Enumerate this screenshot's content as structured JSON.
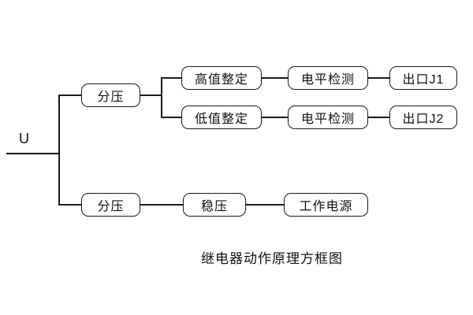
{
  "diagram": {
    "input_label": "U",
    "caption": "继电器动作原理方框图",
    "boxes": {
      "divider_top": "分压",
      "divider_bottom": "分压",
      "high_setting": "高值整定",
      "low_setting": "低值整定",
      "level_detect_1": "电平检测",
      "level_detect_2": "电平检测",
      "output_j1": "出口J1",
      "output_j2": "出口J2",
      "regulator": "稳压",
      "working_power": "工作电源"
    },
    "colors": {
      "line": "#1a1a1a",
      "box_border": "#1a1a1a",
      "background": "#ffffff",
      "text": "#111111"
    }
  }
}
